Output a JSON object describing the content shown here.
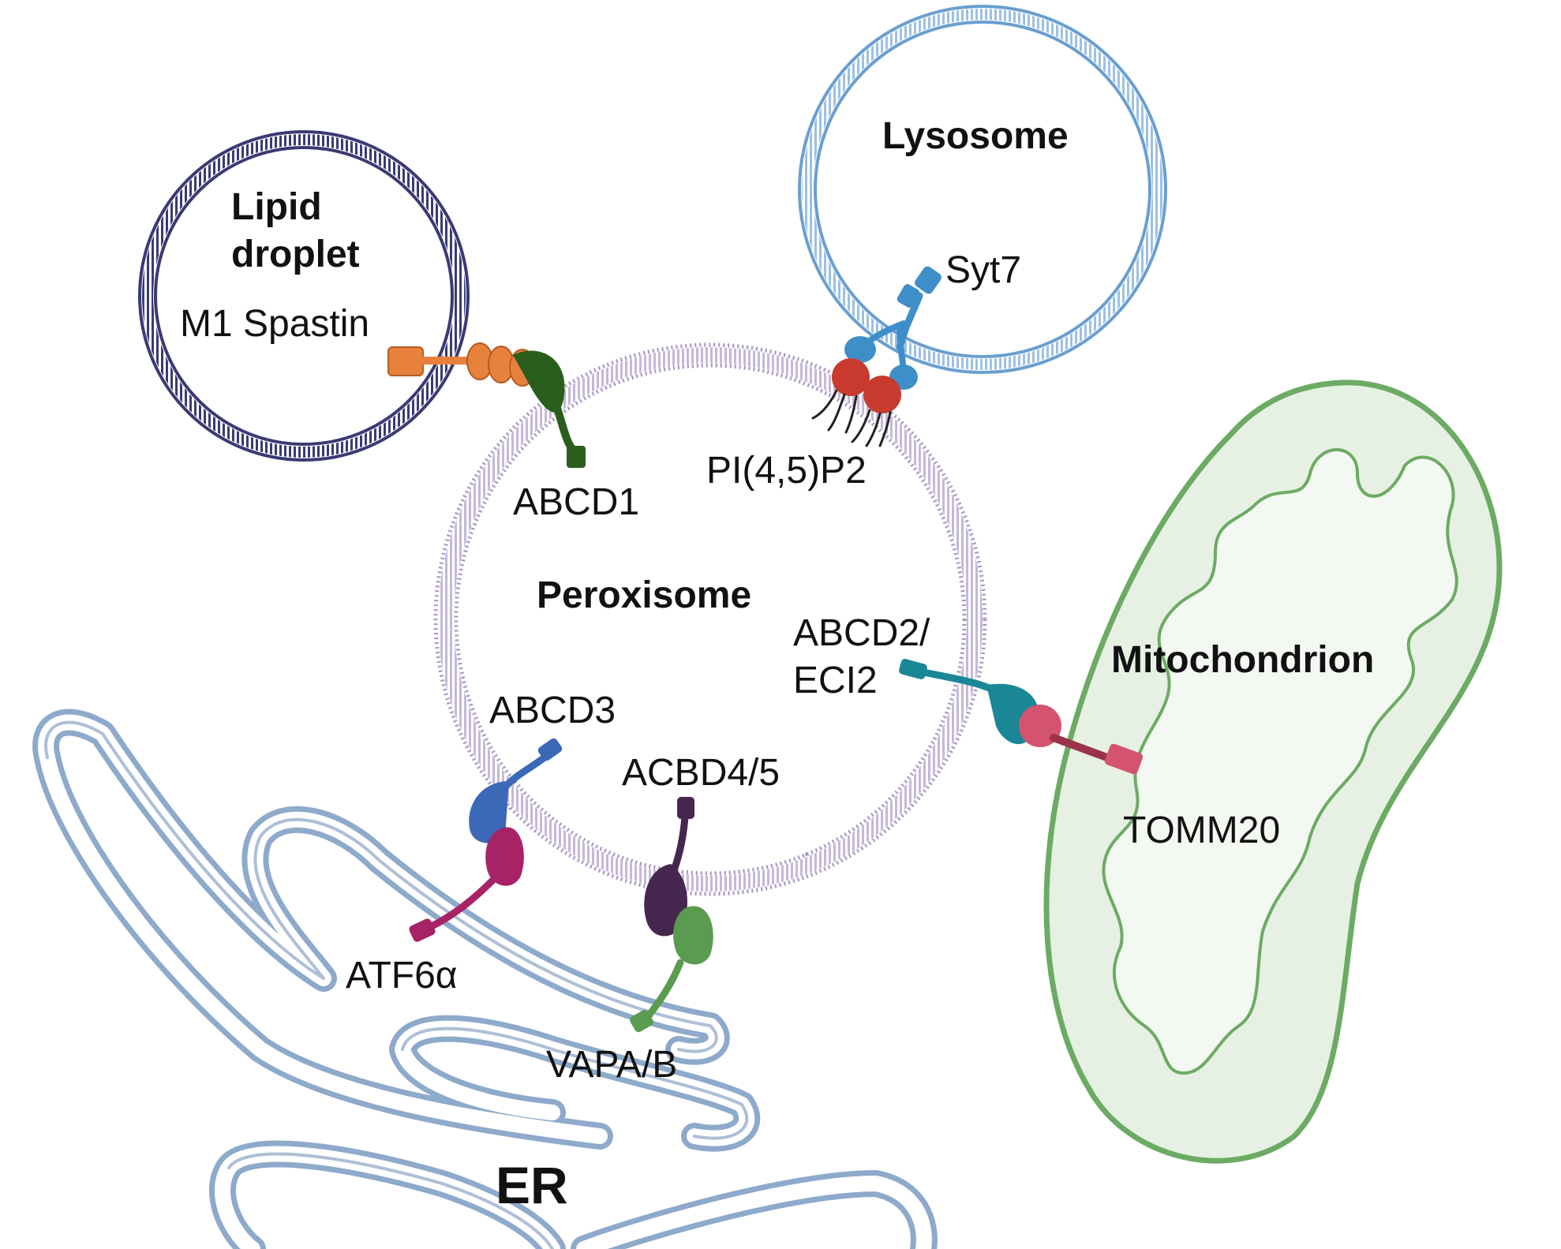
{
  "organelles": {
    "lipid_droplet": [
      "Lipid",
      "droplet"
    ],
    "lysosome": "Lysosome",
    "peroxisome": "Peroxisome",
    "mitochondrion": "Mitochondrion",
    "er": "ER"
  },
  "proteins": {
    "m1_spastin": "M1 Spastin",
    "abcd1": "ABCD1",
    "syt7": "Syt7",
    "pip2": "PI(4,5)P2",
    "abcd2_eci2": [
      "ABCD2/",
      "ECI2"
    ],
    "tomm20": "TOMM20",
    "abcd3": "ABCD3",
    "atf6a": "ATF6α",
    "acbd45": "ACBD4/5",
    "vapab": "VAPA/B"
  },
  "colors": {
    "lipid_droplet_membrane": "#3b3a75",
    "lysosome_membrane": "#6a9fd0",
    "peroxisome_membrane": "#a493c4",
    "mitochondrion": "#6cab63",
    "mitochondrion_fill": "#e6f1e3",
    "er": "#8eaacb",
    "spastin": "#e8813c",
    "abcd1": "#2a5e1c",
    "syt7": "#3e8fc9",
    "pip2": "#c83a2e",
    "abcd2": "#1a8797",
    "tomm20": "#d4536e",
    "abcd3": "#3c68b8",
    "atf6a": "#a82266",
    "acbd45": "#46274f",
    "vapab": "#5a9b50"
  }
}
